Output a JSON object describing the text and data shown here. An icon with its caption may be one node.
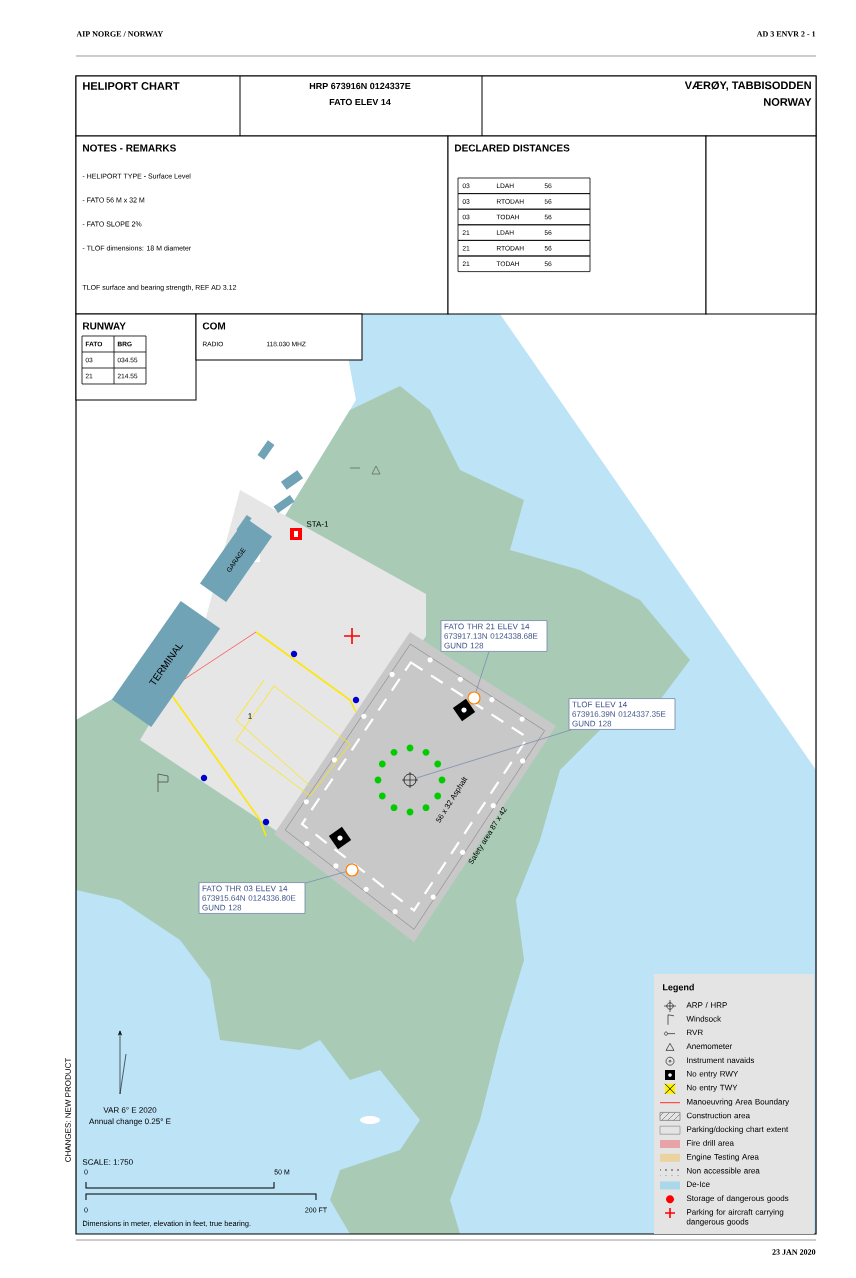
{
  "diagram": {
    "title": "HELIPORT CHART",
    "nodes": [
      {
        "text": [
          "FATO THR 21 ELEV 14 673917.13N 0124338.68E GUND 128"
        ]
      },
      {
        "text": [],
        "shape": "circle"
      },
      {
        "text": [
          "TLOF ELEV 14 673916.39N 0124337.35E GUND 128"
        ]
      },
      {
        "text": [],
        "shape": "circle"
      },
      {
        "text": [
          "FATO THR 03 ELEV 14 673915.64N 0124336.80E GUND 128"
        ]
      },
      {
        "text": [],
        "shape": "circle"
      }
    ],
    "edges": [
      {
        "from": 0,
        "to": 1,
        "arrow": "none"
      },
      {
        "from": 2,
        "to": 3,
        "arrow": "none"
      },
      {
        "from": 4,
        "to": 5,
        "arrow": "none"
      }
    ],
    "labels": [
      "AIP NORGE / NORWAY",
      "AD 3 ENVR 2 - 1",
      "HRP 673916N 0124337E",
      "FATO ELEV 14",
      "VÆRØY, TABBISODDEN",
      "NORWAY",
      "NOTES - REMARKS",
      "- HELIPORT TYPE - Surface Level",
      "- FATO 56 M x 32 M",
      "- FATO SLOPE 2%",
      "- TLOF dimensions: 18 M diameter",
      "TLOF surface and bearing strength, REF AD 3.12",
      "DECLARED DISTANCES",
      "03",
      "LDAH",
      "56",
      "03",
      "RTODAH",
      "56",
      "03",
      "TODAH",
      "56",
      "21",
      "LDAH",
      "56",
      "21",
      "RTODAH",
      "56",
      "21",
      "TODAH",
      "56",
      "RUNWAY",
      "FATO",
      "BRG",
      "03",
      "034.55",
      "21",
      "214.55",
      "COM",
      "RADIO",
      "118.030 MHZ",
      "STA-1",
      "GARAGE",
      "TERMINAL",
      "1",
      "56 x 32 Asphalt",
      "Safety area 87 x 42",
      "VAR 6° E 2020",
      "Annual change 0.25° E",
      "SCALE: 1:750",
      "0",
      "50 M",
      "0",
      "200 FT",
      "Dimensions in meter, elevation in feet, true bearing.",
      "CHANGES: NEW PRODUCT",
      "23 JAN 2020",
      "Legend"
    ],
    "legend": [
      {
        "text": "ARP / HRP"
      },
      {
        "text": "Windsock"
      },
      {
        "text": "RVR"
      },
      {
        "text": "Anemometer"
      },
      {
        "text": "Instrument navaids"
      },
      {
        "text": "No entry RWY"
      },
      {
        "text": "No entry TWY"
      },
      {
        "text": "Manoeuvring Area Boundary"
      },
      {
        "text": "Construction area"
      },
      {
        "text": "Parking/docking chart extent"
      },
      {
        "text": "Fire drill area",
        "color": "#e8a3a6"
      },
      {
        "text": "Engine Testing Area",
        "color": "#ebd3a0"
      },
      {
        "text": "Non accessible area"
      },
      {
        "text": "De-Ice",
        "color": "#a8d8ea"
      },
      {
        "text": "Storage of dangerous goods"
      },
      {
        "text": "Parking for aircraft carrying dangerous goods"
      }
    ]
  }
}
